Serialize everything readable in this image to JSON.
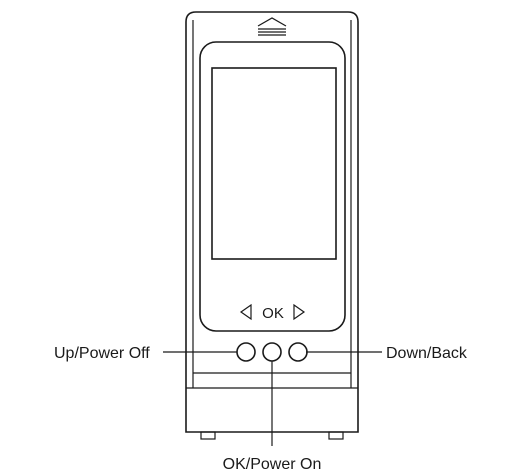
{
  "panel": {
    "left_symbol": "◁",
    "ok_text": "OK",
    "right_symbol": "▷"
  },
  "buttons": {
    "up_power_off": {
      "label": "Up/Power Off"
    },
    "ok_power_on": {
      "label": "OK/Power On"
    },
    "down_back": {
      "label": "Down/Back"
    }
  },
  "colors": {
    "line": "#1a1a1a",
    "background": "#ffffff"
  }
}
